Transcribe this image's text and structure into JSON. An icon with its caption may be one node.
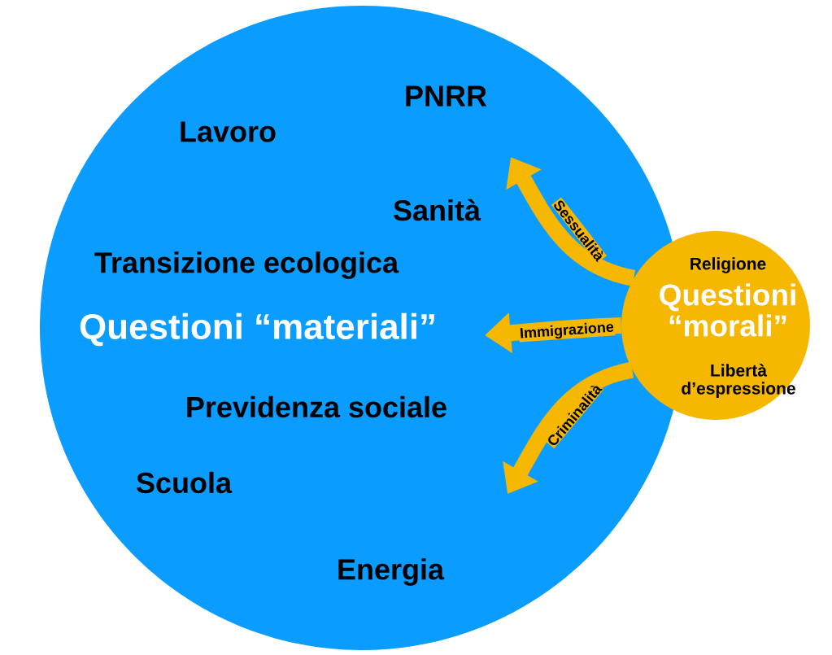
{
  "diagram": {
    "nodes": [
      {
        "text": [
          "PNRR",
          "Lavoro",
          "Sanità",
          "Transizione ecologica",
          "Questioni “materiali”",
          "Previdenza sociale",
          "Scuola",
          "Energia"
        ]
      },
      {
        "text": [
          "Religione",
          "Questioni “morali”",
          "Libertà d’espressione"
        ]
      }
    ],
    "edges": [
      {
        "from": 1,
        "to": 0,
        "arrow": "to",
        "label": "Sessualità"
      },
      {
        "from": 1,
        "to": 0,
        "arrow": "to",
        "label": "Immigrazione"
      },
      {
        "from": 1,
        "to": 0,
        "arrow": "to",
        "label": "Criminalità"
      }
    ]
  }
}
